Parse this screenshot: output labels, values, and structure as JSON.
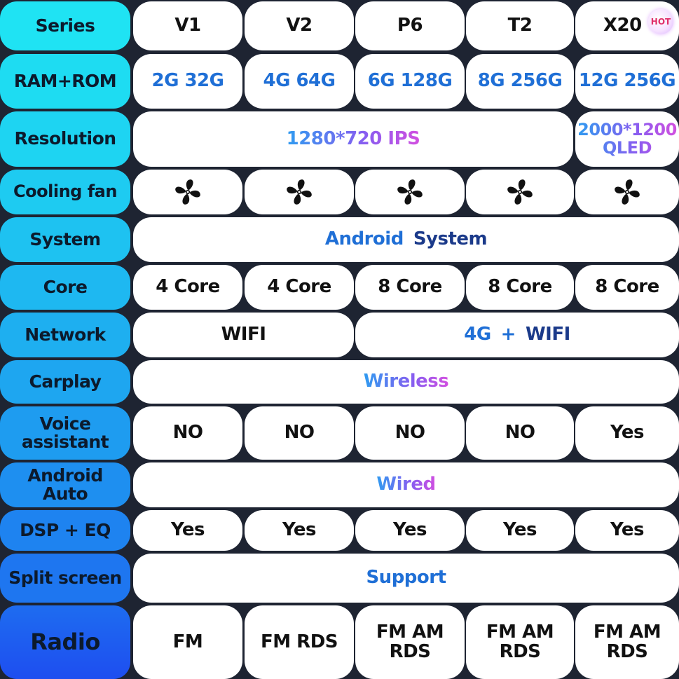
{
  "hot_badge": "HOT",
  "rows": {
    "series": {
      "label": "Series",
      "values": [
        "V1",
        "V2",
        "P6",
        "T2",
        "X20"
      ]
    },
    "ram_rom": {
      "label": "RAM+ROM",
      "values": [
        "2G 32G",
        "4G 64G",
        "6G 128G",
        "8G 256G",
        "12G 256G"
      ]
    },
    "resolution": {
      "label": "Resolution",
      "values": [
        "1280*720 IPS",
        "2000*1200\nQLED"
      ]
    },
    "cooling_fan": {
      "label": "Cooling fan",
      "icon": "fan-icon"
    },
    "system": {
      "label": "System",
      "value_a": "Android",
      "value_b": "System"
    },
    "core": {
      "label": "Core",
      "values": [
        "4 Core",
        "4 Core",
        "8 Core",
        "8 Core",
        "8 Core"
      ]
    },
    "network": {
      "label": "Network",
      "values": [
        "WIFI"
      ],
      "mixed_a": "4G",
      "mixed_plus": "+",
      "mixed_b": "WIFI"
    },
    "carplay": {
      "label": "Carplay",
      "value": "Wireless"
    },
    "voice_assistant": {
      "label": "Voice\nassistant",
      "values": [
        "NO",
        "NO",
        "NO",
        "NO",
        "Yes"
      ]
    },
    "android_auto": {
      "label": "Android\nAuto",
      "value": "Wired"
    },
    "dsp_eq": {
      "label": "DSP + EQ",
      "values": [
        "Yes",
        "Yes",
        "Yes",
        "Yes",
        "Yes"
      ]
    },
    "split_screen": {
      "label": "Split screen",
      "value": "Support"
    },
    "radio": {
      "label": "Radio",
      "values": [
        "FM",
        "FM RDS",
        "FM AM\nRDS",
        "FM AM\nRDS",
        "FM AM\nRDS"
      ]
    }
  },
  "colors": {
    "label_top": "#1fe6f3",
    "label_bottom": "#1f5cf0",
    "value_blue": "#1f6fd6",
    "value_navy": "#1b3a8a",
    "background": "#1e2432"
  }
}
